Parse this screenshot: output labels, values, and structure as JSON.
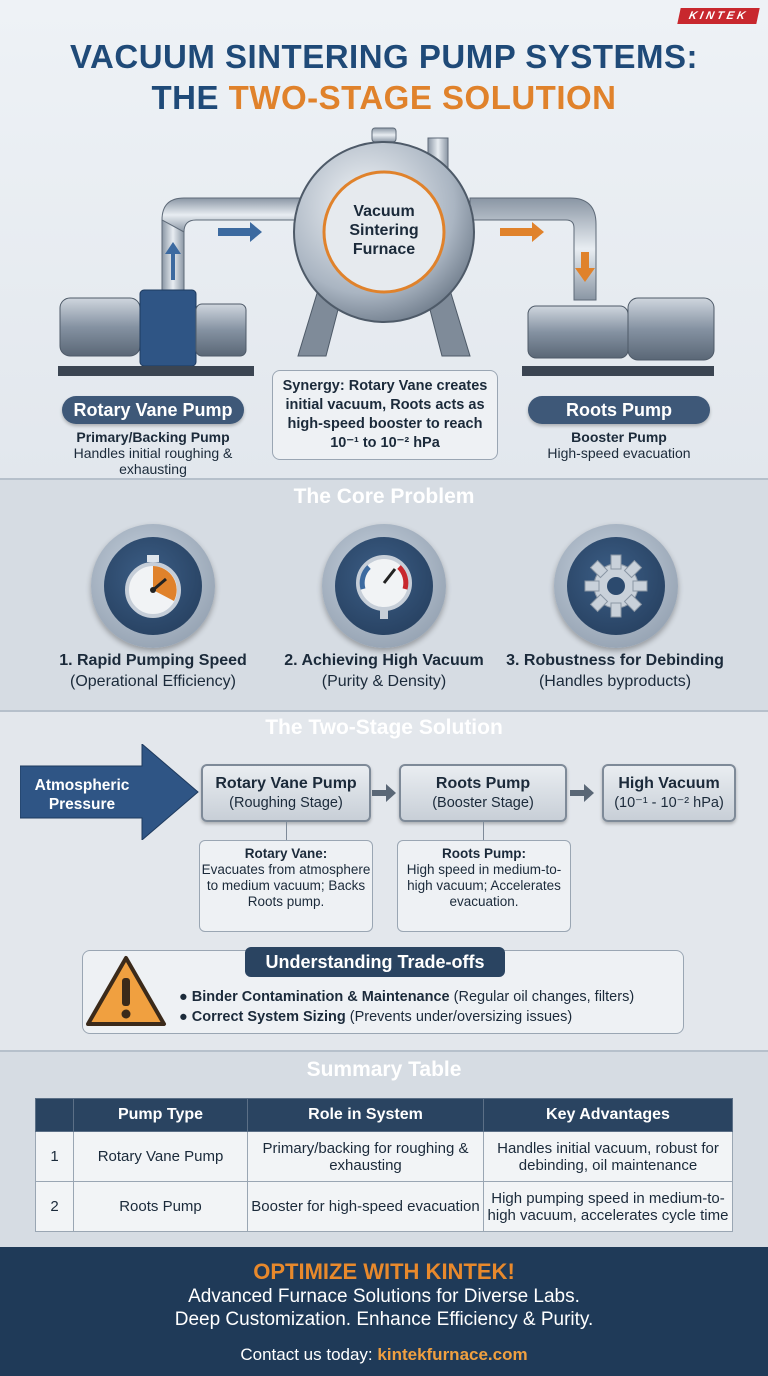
{
  "brand": "KINTEK",
  "title": {
    "line1": "VACUUM SINTERING PUMP SYSTEMS:",
    "line2_plain": "THE ",
    "line2_accent": "TWO-STAGE SOLUTION"
  },
  "hero": {
    "furnace_label": "Vacuum Sintering Furnace",
    "left_pump": {
      "label": "Rotary Vane Pump",
      "subtitle": "Primary/Backing Pump",
      "desc": "Handles initial roughing & exhausting"
    },
    "right_pump": {
      "label": "Roots Pump",
      "subtitle": "Booster Pump",
      "desc": "High-speed evacuation"
    },
    "synergy": "Synergy: Rotary Vane creates initial vacuum, Roots acts as high-speed booster to reach 10⁻¹ to 10⁻² hPa"
  },
  "core_problem": {
    "heading": "The Core Problem",
    "items": [
      {
        "title": "1. Rapid Pumping Speed",
        "sub": "(Operational Efficiency)",
        "icon": "stopwatch-icon"
      },
      {
        "title": "2. Achieving High Vacuum",
        "sub": "(Purity & Density)",
        "icon": "pressure-gauge-icon"
      },
      {
        "title": "3. Robustness for Debinding",
        "sub": "(Handles byproducts)",
        "icon": "gear-icon"
      }
    ]
  },
  "solution": {
    "heading": "The Two-Stage Solution",
    "start": "Atmospheric Pressure",
    "stages": [
      {
        "title": "Rotary Vane Pump",
        "sub": "(Roughing Stage)"
      },
      {
        "title": "Roots Pump",
        "sub": "(Booster Stage)"
      },
      {
        "title": "High Vacuum",
        "sub": "(10⁻¹ - 10⁻² hPa)"
      }
    ],
    "details": [
      {
        "title": "Rotary Vane:",
        "text": "Evacuates from atmosphere to medium vacuum; Backs Roots pump."
      },
      {
        "title": "Roots Pump:",
        "text": "High speed in medium-to-high vacuum; Accelerates evacuation."
      }
    ]
  },
  "tradeoffs": {
    "heading": "Understanding Trade-offs",
    "items": [
      {
        "bold": "Binder Contamination & Maintenance",
        "rest": " (Regular oil changes, filters)"
      },
      {
        "bold": "Correct System Sizing",
        "rest": " (Prevents under/oversizing issues)"
      }
    ]
  },
  "summary": {
    "heading": "Summary Table",
    "columns": [
      "",
      "Pump Type",
      "Role in System",
      "Key Advantages"
    ],
    "rows": [
      [
        "1",
        "Rotary Vane Pump",
        "Primary/backing for roughing & exhausting",
        "Handles initial vacuum, robust for debinding, oil maintenance"
      ],
      [
        "2",
        "Roots Pump",
        "Booster for high-speed evacuation",
        "High pumping speed in medium-to-high vacuum, accelerates cycle time"
      ]
    ]
  },
  "footer": {
    "headline": "OPTIMIZE WITH KINTEK!",
    "line1": "Advanced Furnace Solutions for Diverse Labs.",
    "line2": "Deep Customization. Enhance Efficiency & Purity.",
    "contact_prefix": "Contact us today: ",
    "contact_link": "kintekfurnace.com"
  },
  "colors": {
    "navy": "#2a4461",
    "title_blue": "#1f4a78",
    "accent_orange": "#e0822b"
  }
}
